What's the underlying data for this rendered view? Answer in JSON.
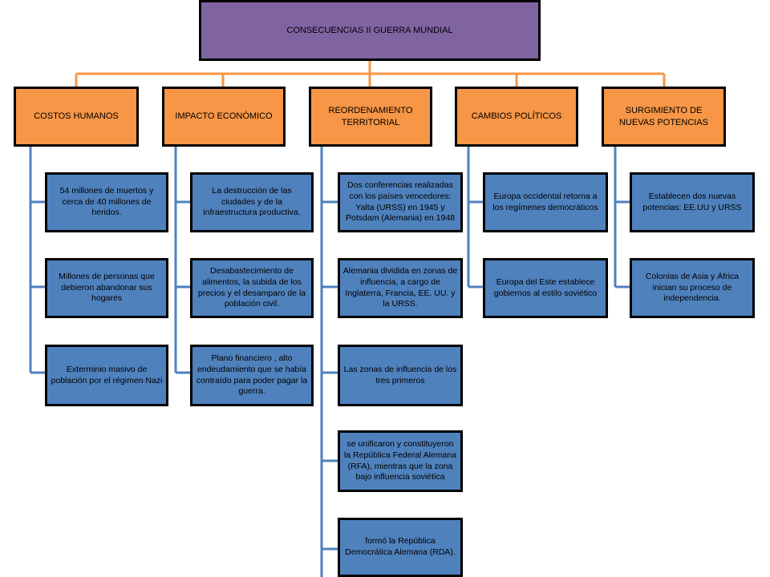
{
  "root": "CONSECUENCIAS  II GUERRA  MUNDIAL",
  "categories": [
    {
      "label": "COSTOS HUMANOS",
      "items": [
        "54 millones de muertos y cerca de 40 millones de heridos.",
        "Millones de personas que debieron abandonar sus hogares",
        "Exterminio masivo de población por el régimen Nazi"
      ]
    },
    {
      "label": "IMPACTO ECONÓMICO",
      "items": [
        "La destrucción de las ciudades y de la infraestructura productiva.",
        "Desabastecimiento  de alimentos, la subida de los precios y el desamparo de la población civil.",
        "Plano financiero , alto endeudamiento que se había contraído para poder pagar la guerra."
      ]
    },
    {
      "label": "REORDENAMIENTO TERRITORIAL",
      "items": [
        "Dos conferencias realizadas con los países vencedores: Yalta (URSS) en 1945 y Potsdam (Alemania) en 1948",
        "Alemania dividida en zonas de influencia, a cargo de Inglaterra, Francia, EE. UU. y la URSS.",
        "Las zonas de influencia de los tres primeros",
        "se unificaron y constituyeron la República Federal Alemana (RFA), mientras que la zona bajo influencia soviética",
        "formó la República Democrática Alemana (RDA)."
      ]
    },
    {
      "label": "CAMBIOS POLÍTICOS",
      "items": [
        "Europa occidental retorna a los regímenes democráticos",
        "Europa del Este establece gobiernos al estilo soviético"
      ]
    },
    {
      "label": "SURGIMIENTO  DE NUEVAS POTENCIAS",
      "items": [
        "Establecen dos nuevas potencias: EE.UU  y URSS",
        "Colonias de Asia y África inician su proceso de independencia."
      ]
    }
  ]
}
